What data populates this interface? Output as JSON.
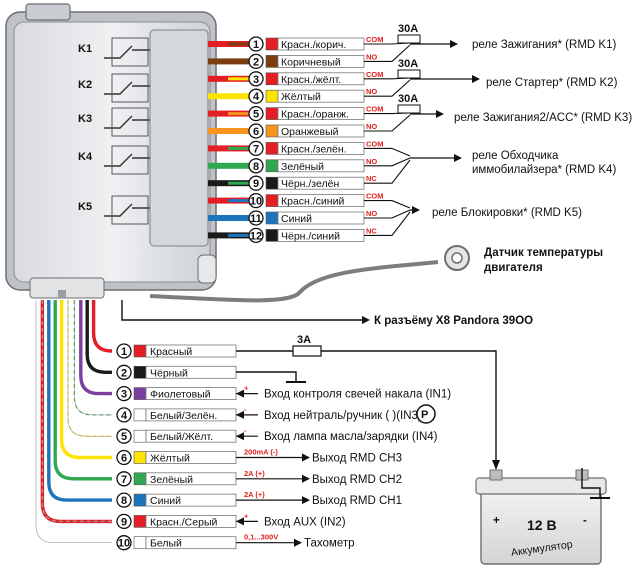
{
  "colors": {
    "red": "#e31e24",
    "brown": "#7a3e12",
    "yellow": "#ffe400",
    "orange": "#f7941d",
    "green": "#2fa84f",
    "black": "#1a1a1a",
    "blue": "#1c75bc",
    "violet": "#7b3fa0",
    "white": "#ffffff",
    "gray": "#9a9a9a",
    "note_red": "#e0201b"
  },
  "relays": [
    "K1",
    "K2",
    "K3",
    "K4",
    "K5"
  ],
  "top_wires": [
    {
      "n": "1",
      "label": "Красн./корич.",
      "c1": "red",
      "c2": "brown",
      "note": "COM"
    },
    {
      "n": "2",
      "label": "Коричневый",
      "c1": "brown",
      "c2": "brown",
      "note": "NO"
    },
    {
      "n": "3",
      "label": "Красн./жёлт.",
      "c1": "red",
      "c2": "yellow",
      "note": "COM"
    },
    {
      "n": "4",
      "label": "Жёлтый",
      "c1": "yellow",
      "c2": "yellow",
      "note": "NO"
    },
    {
      "n": "5",
      "label": "Красн./оранж.",
      "c1": "red",
      "c2": "orange",
      "note": "COM"
    },
    {
      "n": "6",
      "label": "Оранжевый",
      "c1": "orange",
      "c2": "orange",
      "note": "NO"
    },
    {
      "n": "7",
      "label": "Красн./зелён.",
      "c1": "red",
      "c2": "green",
      "note": "COM"
    },
    {
      "n": "8",
      "label": "Зелёный",
      "c1": "green",
      "c2": "green",
      "note": "NO"
    },
    {
      "n": "9",
      "label": "Чёрн./зелён",
      "c1": "black",
      "c2": "green",
      "note": "NC"
    },
    {
      "n": "10",
      "label": "Красн./синий",
      "c1": "red",
      "c2": "blue",
      "note": "COM"
    },
    {
      "n": "11",
      "label": "Синий",
      "c1": "blue",
      "c2": "blue",
      "note": "NO"
    },
    {
      "n": "12",
      "label": "Чёрн./синий",
      "c1": "black",
      "c2": "blue",
      "note": "NC"
    }
  ],
  "fuses_top": [
    "30A",
    "30A",
    "30A"
  ],
  "destinations_top": [
    "реле Зажигания* (RMD K1)",
    "реле Стартер* (RMD K2)",
    "реле Зажигания2/ACC* (RMD K3)",
    "реле Обходчика",
    "иммобилайзера* (RMD K4)",
    "реле Блокировки* (RMD K5)"
  ],
  "temp_sensor": [
    "Датчик температуры",
    "двигателя"
  ],
  "x8_connector": "К разъёму X8 Pandora 39OO",
  "bottom_wires": [
    {
      "n": "1",
      "label": "Красный",
      "c1": "red",
      "c2": "red",
      "note": "",
      "dest": ""
    },
    {
      "n": "2",
      "label": "Чёрный",
      "c1": "black",
      "c2": "black",
      "note": "",
      "dest": ""
    },
    {
      "n": "3",
      "label": "Фиолетовый",
      "c1": "violet",
      "c2": "violet",
      "note": "+",
      "dest": "Вход контроля свечей накала (IN1)"
    },
    {
      "n": "4",
      "label": "Белый/Зелён.",
      "c1": "white",
      "c2": "green",
      "note": "-",
      "dest": "Вход нейтраль/ручник (    )(IN3)"
    },
    {
      "n": "5",
      "label": "Белый/Жёлт.",
      "c1": "white",
      "c2": "yellow",
      "note": "-",
      "dest": "Вход лампа масла/зарядки (IN4)"
    },
    {
      "n": "6",
      "label": "Жёлтый",
      "c1": "yellow",
      "c2": "yellow",
      "note": "200mA (-)",
      "dest": "Выход RMD CH3"
    },
    {
      "n": "7",
      "label": "Зелёный",
      "c1": "green",
      "c2": "green",
      "note": "2A (+)",
      "dest": "Выход RMD CH2"
    },
    {
      "n": "8",
      "label": "Синий",
      "c1": "blue",
      "c2": "blue",
      "note": "2A (+)",
      "dest": "Выход RMD CH1"
    },
    {
      "n": "9",
      "label": "Красн./Серый",
      "c1": "red",
      "c2": "gray",
      "note": "+",
      "dest": "Вход AUX (IN2)"
    },
    {
      "n": "10",
      "label": "Белый",
      "c1": "white",
      "c2": "white",
      "note": "0,1...300V",
      "dest": "Тахометр"
    }
  ],
  "fuse_bottom": "3A",
  "battery": {
    "plus": "+",
    "minus": "-",
    "voltage": "12 В",
    "name": "Аккумулятор"
  },
  "parking_symbol": "P"
}
